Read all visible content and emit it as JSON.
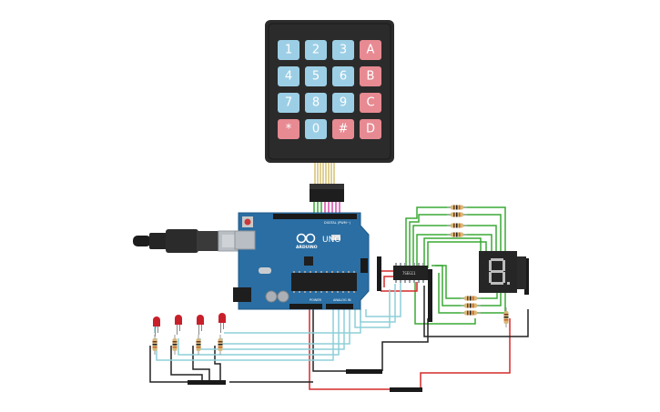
{
  "keypad": {
    "rows": [
      [
        {
          "label": "1",
          "type": "num"
        },
        {
          "label": "2",
          "type": "num"
        },
        {
          "label": "3",
          "type": "num"
        },
        {
          "label": "A",
          "type": "letter"
        }
      ],
      [
        {
          "label": "4",
          "type": "num"
        },
        {
          "label": "5",
          "type": "num"
        },
        {
          "label": "6",
          "type": "num"
        },
        {
          "label": "B",
          "type": "letter"
        }
      ],
      [
        {
          "label": "7",
          "type": "num"
        },
        {
          "label": "8",
          "type": "num"
        },
        {
          "label": "9",
          "type": "num"
        },
        {
          "label": "C",
          "type": "letter"
        }
      ],
      [
        {
          "label": "*",
          "type": "letter"
        },
        {
          "label": "0",
          "type": "num"
        },
        {
          "label": "#",
          "type": "letter"
        },
        {
          "label": "D",
          "type": "letter"
        }
      ]
    ]
  },
  "arduino": {
    "logo_text": "ARDUINO",
    "model": "UNO",
    "header_digital": "DIGITAL (PWM~)",
    "header_power": "POWER",
    "header_analog": "ANALOG IN"
  },
  "decoder_chip": {
    "label": "7SEG11"
  },
  "display": {
    "digit": "8."
  },
  "colors": {
    "key_num": "#9ccfe6",
    "key_letter": "#e88a92",
    "board": "#2a6ea3",
    "wire_green": "#3aaa35",
    "wire_cyan": "#8ecfd8",
    "wire_black": "#222222",
    "wire_red": "#d42a2a",
    "wire_pink": "#d84aa8",
    "led": "#c8202a"
  },
  "icons": {
    "usb_cable": "usb-plug-icon",
    "reset": "reset-button-icon"
  }
}
